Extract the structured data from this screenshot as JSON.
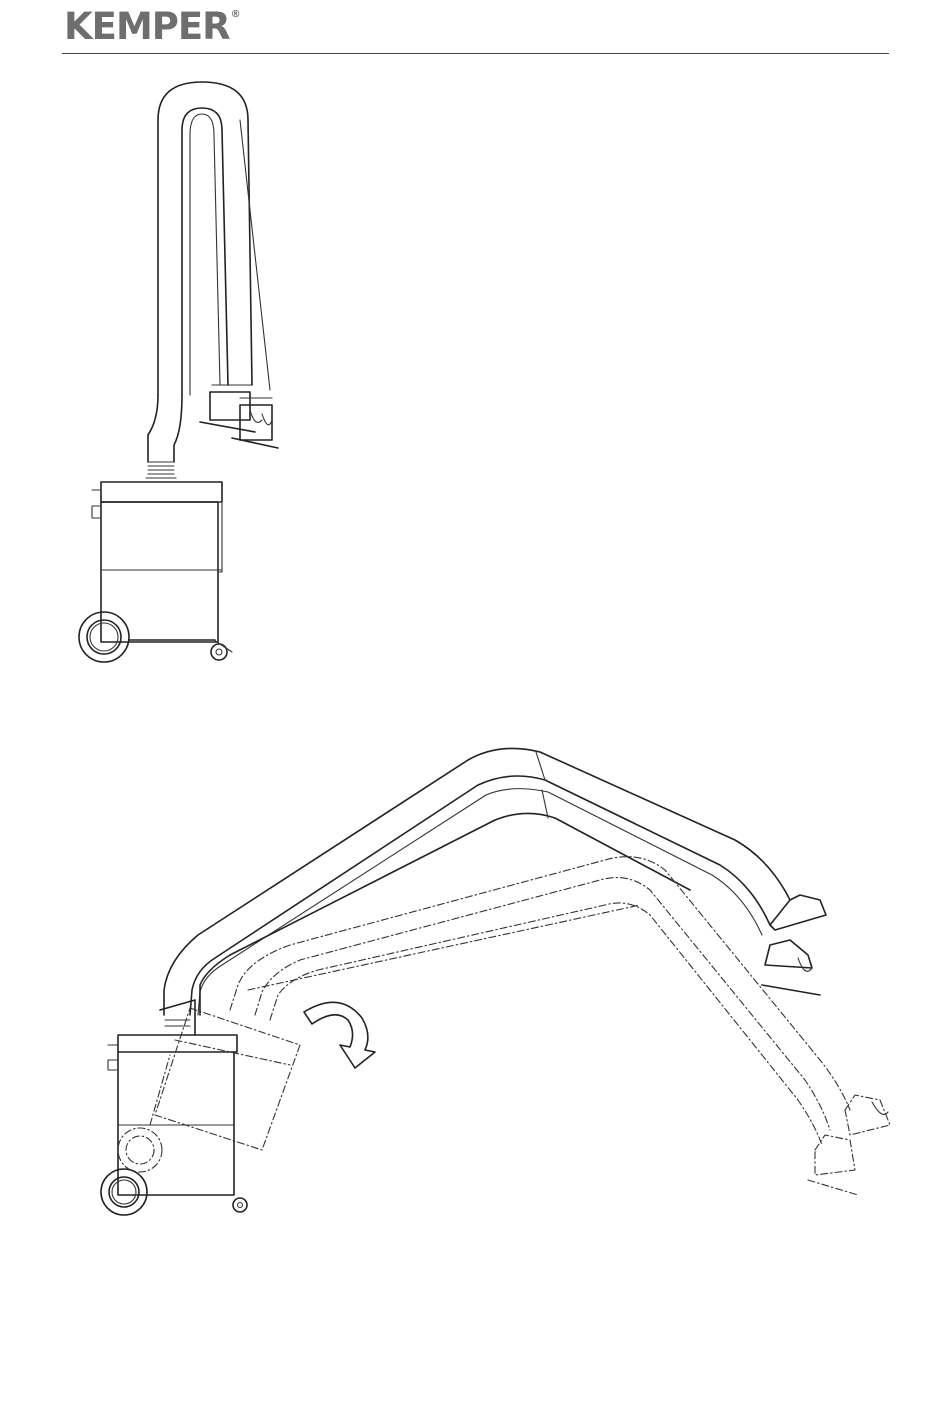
{
  "header": {
    "brand": "KEMPER",
    "reg_mark": "®"
  },
  "figures": {
    "top": {
      "icon": "mobile-fume-extractor-folded-arm-drawing"
    },
    "bottom": {
      "icon": "mobile-fume-extractor-tilting-arm-drawing",
      "arrow_icon": "curved-rotation-arrow-icon"
    }
  }
}
